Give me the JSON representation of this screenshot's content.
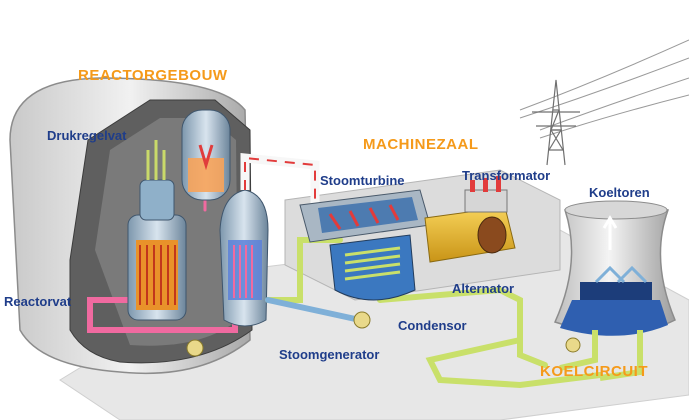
{
  "labels": {
    "reactorgebouw": "REACTORGEBOUW",
    "machinezaal": "MACHINEZAAL",
    "koelcircuit": "KOELCIRCUIT",
    "drukregelvat": "Drukregelvat",
    "stoomturbine": "Stoomturbine",
    "transformator": "Transformator",
    "koeltoren": "Koeltoren",
    "reactorvat": "Reactorvat",
    "alternator": "Alternator",
    "condensor": "Condensor",
    "stoomgenerator": "Stoomgenerator"
  },
  "colors": {
    "section_title": "#f59a1a",
    "component_label": "#1f3d8a",
    "primary_loop": "#f06aa0",
    "secondary_loop": "#c9e06a",
    "cooling_loop": "#7fb0d8"
  }
}
